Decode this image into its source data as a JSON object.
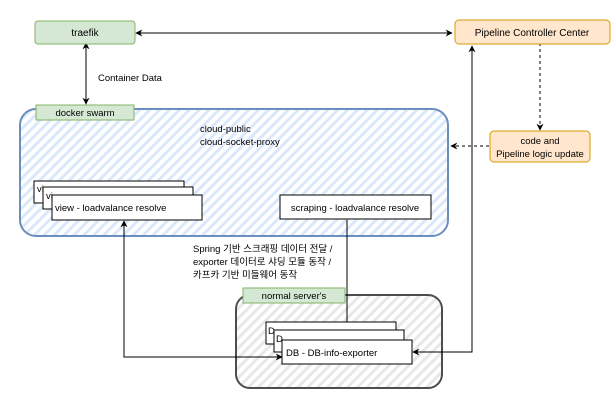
{
  "nodes": {
    "traefik": "traefik",
    "pipeline_controller": "Pipeline Controller Center",
    "code_update_line1": "code and",
    "code_update_line2": "Pipeline logic update",
    "docker_swarm": "docker swarm",
    "cloud_public": "cloud-public",
    "cloud_socket_proxy": "cloud-socket-proxy",
    "view_stack_back_1": "vi",
    "view_stack_back_2": "vi",
    "view_loadbalance": "view - loadvalance resolve",
    "scraping_loadbalance": "scraping - loadvalance resolve",
    "normal_servers": "normal server's",
    "db_stack_back_1": "D",
    "db_stack_back_2": "D",
    "db_exporter": "DB - DB-info-exporter"
  },
  "edges": {
    "container_data": "Container Data",
    "spring_note_line1": "Spring 기반 스크래핑 데이터 전달 /",
    "spring_note_line2": "exporter 데이터로 샤딩 모듈 동작 /",
    "spring_note_line3": "카프카 기반 미들웨어 동작"
  },
  "colors": {
    "green_fill": "#d5e8d4",
    "green_stroke": "#82b366",
    "orange_fill": "#ffe6cc",
    "orange_stroke": "#d79b00",
    "blue_stroke": "#6c8ebf",
    "blue_hatch": "#dae8fc",
    "gray_stroke": "#4d4d4d",
    "gray_hatch": "#e6e6e6"
  }
}
